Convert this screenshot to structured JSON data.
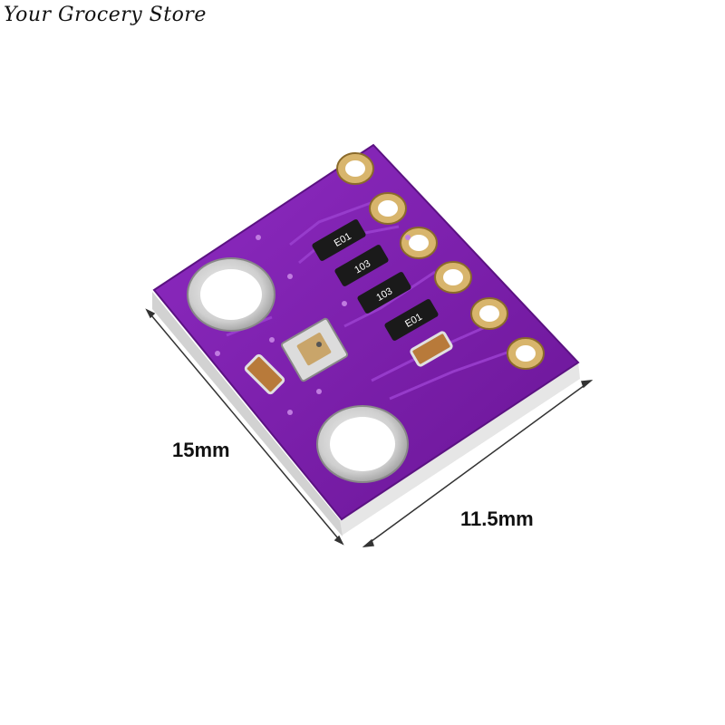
{
  "watermark": {
    "text": "Your Grocery Store"
  },
  "dimensions": {
    "width_label": "15mm",
    "height_label": "11.5mm"
  },
  "board": {
    "color": "#7a1fa8",
    "chip_markings": {
      "resistor_1": "E01",
      "resistor_2": "103",
      "resistor_3": "103",
      "resistor_4": "E01"
    }
  }
}
